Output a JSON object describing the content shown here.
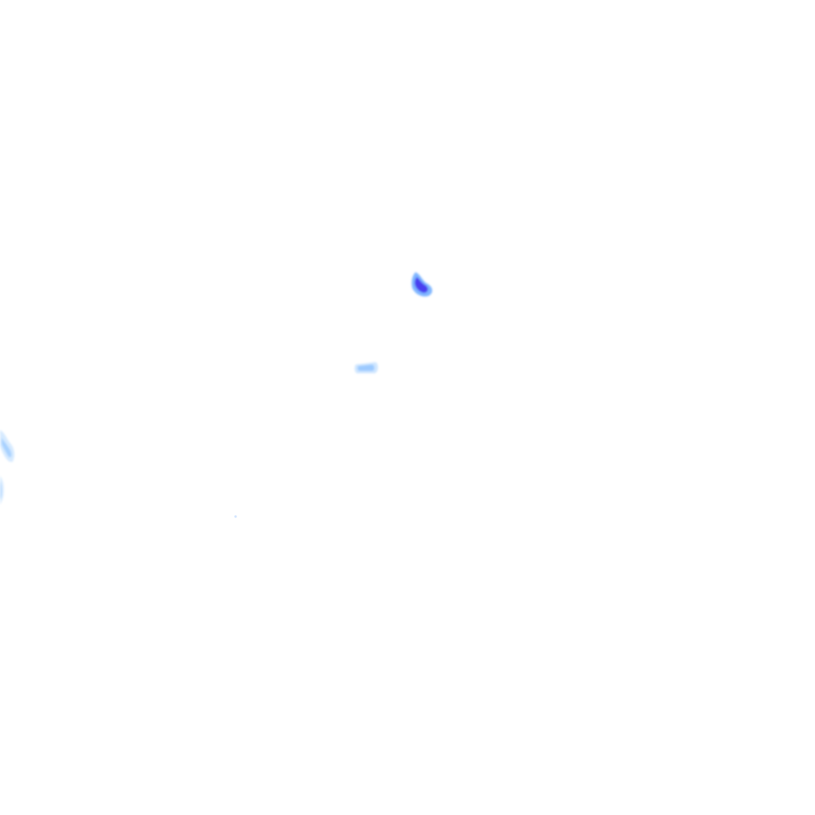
{
  "map": {
    "kind": "precipitation-radar-tile",
    "background_color": "#ffffff",
    "legend": "none",
    "labels": "none",
    "echoes": [
      {
        "id": "cell-1",
        "intensity": "heavy",
        "color": "#4a3ff0",
        "edge_color": "#7fb6ff"
      },
      {
        "id": "cell-2",
        "intensity": "light",
        "color": "#9ccaff",
        "edge_color": "#cfe6ff"
      },
      {
        "id": "cell-3",
        "intensity": "light",
        "color": "#a8d2ff",
        "edge_color": "#d6eaff"
      },
      {
        "id": "cell-4",
        "intensity": "light",
        "color": "#b4d8ff",
        "edge_color": "#dcedff"
      },
      {
        "id": "cell-5",
        "intensity": "trace",
        "color": "#cfe3ff",
        "edge_color": "#e8f2ff"
      }
    ]
  }
}
